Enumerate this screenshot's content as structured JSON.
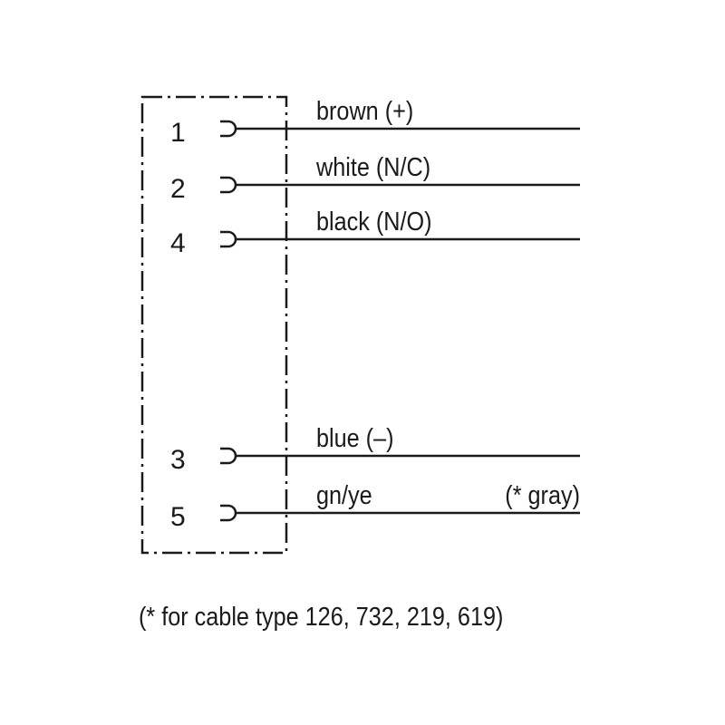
{
  "connector": {
    "pins": [
      {
        "number": "1",
        "wire": "brown (+)",
        "extra": ""
      },
      {
        "number": "2",
        "wire": "white  (N/C)",
        "extra": ""
      },
      {
        "number": "4",
        "wire": "black   (N/O)",
        "extra": ""
      },
      {
        "number": "3",
        "wire": "blue  (–)",
        "extra": ""
      },
      {
        "number": "5",
        "wire": "gn/ye",
        "extra": "(* gray)"
      }
    ]
  },
  "footnote": "(* for cable type 126, 732, 219, 619)",
  "colors": {
    "line": "#1a1a1a",
    "background": "#ffffff"
  }
}
